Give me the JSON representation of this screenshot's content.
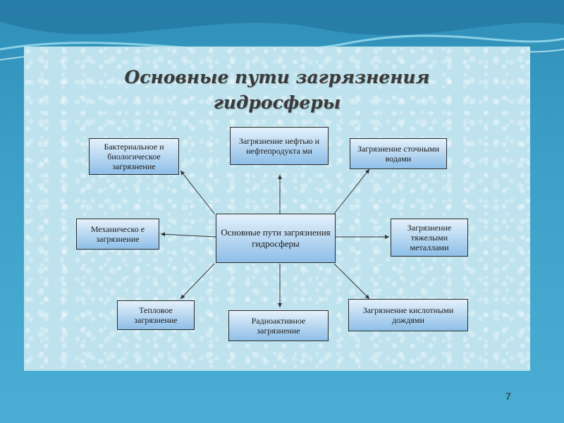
{
  "slide": {
    "title_line1": "Основные пути загрязнения",
    "title_line2": "гидросферы",
    "page_number": "7"
  },
  "diagram": {
    "center": "Основные пути загрязнения гидросферы",
    "nodes": {
      "oil": "Загрязнение нефтью и нефтепродукта ми",
      "bacterial": "Бактериальное и биологическое загрязнение",
      "sewage": "Загрязнение сточными водами",
      "mechanical": "Механическо е загрязнение",
      "heavy_metals": "Загрязнение тяжелыми металлами",
      "thermal": "Тепловое загрязнение",
      "radioactive": "Радиоактивное загрязнение",
      "acid_rain": "Загрязнение кислотными дождями"
    }
  }
}
